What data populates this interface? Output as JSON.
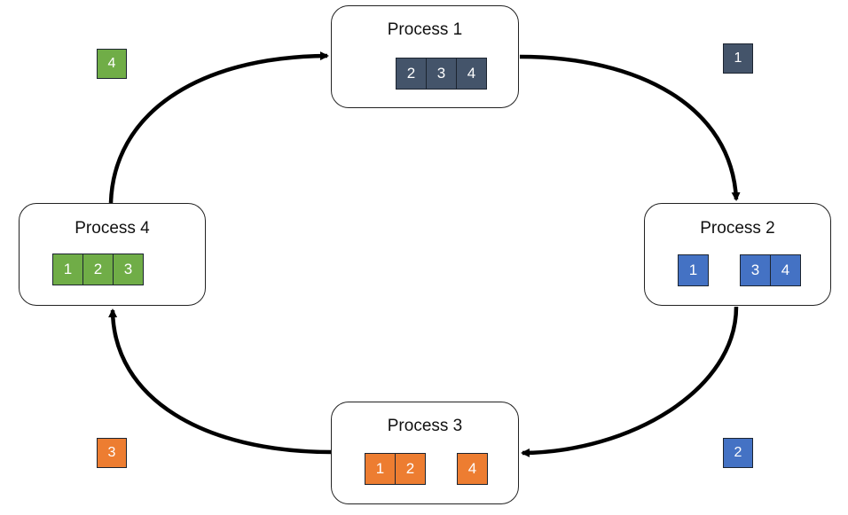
{
  "colors": {
    "p1": "#44546a",
    "p2": "#4472c4",
    "p3": "#ed7d31",
    "p4": "#70ad47",
    "arrow": "#000000"
  },
  "processes": [
    {
      "title": "Process 1",
      "chunks": [
        {
          "label": "2",
          "color": "p1"
        },
        {
          "label": "3",
          "color": "p1"
        },
        {
          "label": "4",
          "color": "p1"
        }
      ]
    },
    {
      "title": "Process 2",
      "chunks": [
        {
          "label": "1",
          "color": "p2"
        },
        {
          "label": "3",
          "color": "p2"
        },
        {
          "label": "4",
          "color": "p2"
        }
      ]
    },
    {
      "title": "Process 3",
      "chunks": [
        {
          "label": "1",
          "color": "p3"
        },
        {
          "label": "2",
          "color": "p3"
        },
        {
          "label": "4",
          "color": "p3"
        }
      ]
    },
    {
      "title": "Process 4",
      "chunks": [
        {
          "label": "1",
          "color": "p4"
        },
        {
          "label": "2",
          "color": "p4"
        },
        {
          "label": "3",
          "color": "p4"
        }
      ]
    }
  ],
  "in_transit": [
    {
      "label": "1",
      "color": "p1"
    },
    {
      "label": "2",
      "color": "p2"
    },
    {
      "label": "3",
      "color": "p3"
    },
    {
      "label": "4",
      "color": "p4"
    }
  ]
}
